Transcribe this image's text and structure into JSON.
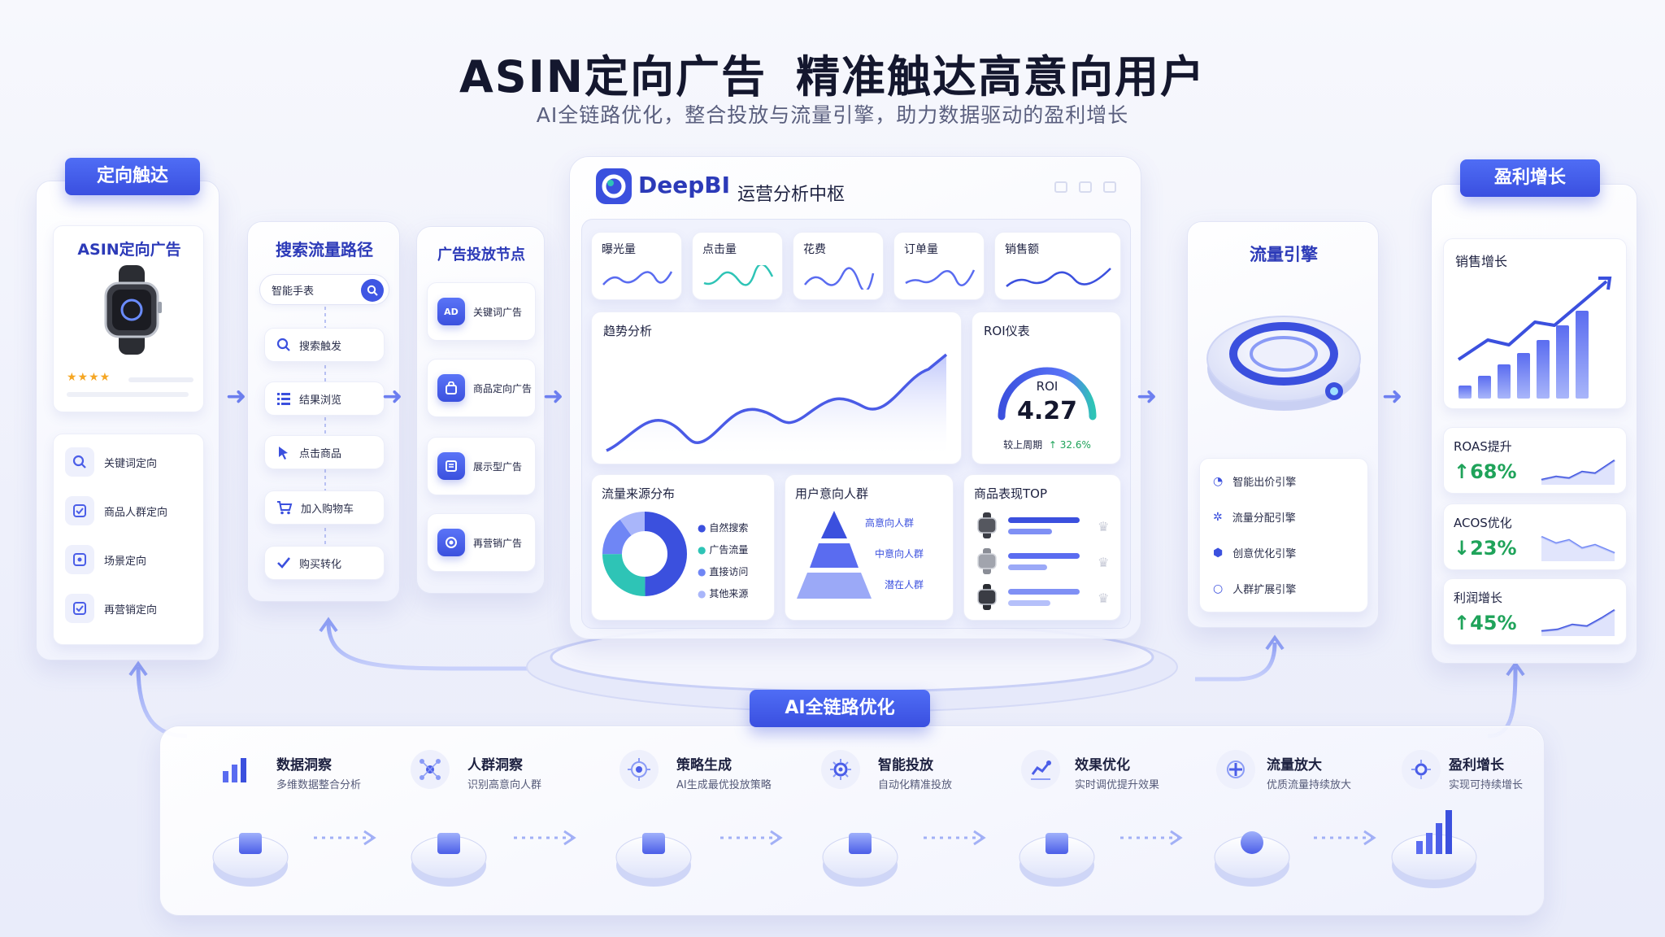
{
  "header": {
    "title_part1": "ASIN定向广告",
    "title_part2": "精准触达高意向用户",
    "subtitle": "AI全链路优化，整合投放与流量引擎，助力数据驱动的盈利增长"
  },
  "targeting": {
    "ribbon": "定向触达",
    "card_title": "ASIN定向广告",
    "stars": "★★★★",
    "items": [
      "关键词定向",
      "商品人群定向",
      "场景定向",
      "再营销定向"
    ]
  },
  "search_path": {
    "title": "搜索流量路径",
    "search_value": "智能手表",
    "steps": [
      "搜索触发",
      "结果浏览",
      "点击商品",
      "加入购物车",
      "购买转化"
    ]
  },
  "ad_nodes": {
    "title": "广告投放节点",
    "items": [
      "关键词广告",
      "商品定向广告",
      "展示型广告",
      "再营销广告"
    ],
    "ad_badge": "AD"
  },
  "dashboard": {
    "brand": "DeepBI",
    "title": "运营分析中枢",
    "kpis": [
      "曝光量",
      "点击量",
      "花费",
      "订单量",
      "销售额"
    ],
    "trend_title": "趋势分析",
    "roi": {
      "title": "ROI仪表",
      "label": "ROI",
      "value": "4.27",
      "compare": "较上周期",
      "change": "↑ 32.6%"
    },
    "source": {
      "title": "流量来源分布",
      "legend": [
        "自然搜索",
        "广告流量",
        "直接访问",
        "其他来源"
      ]
    },
    "intent": {
      "title": "用户意向人群",
      "levels": [
        "高意向人群",
        "中意向人群",
        "潜在人群"
      ]
    },
    "top": {
      "title": "商品表现TOP"
    }
  },
  "engine": {
    "title": "流量引擎",
    "items": [
      "智能出价引擎",
      "流量分配引擎",
      "创意优化引擎",
      "人群扩展引擎"
    ]
  },
  "profit": {
    "ribbon": "盈利增长",
    "sales_title": "销售增长",
    "metrics": [
      {
        "name": "ROAS提升",
        "value": "↑68%"
      },
      {
        "name": "ACOS优化",
        "value": "↓23%"
      },
      {
        "name": "利润增长",
        "value": "↑45%"
      }
    ]
  },
  "pipeline": {
    "badge": "AI全链路优化",
    "steps": [
      {
        "title": "数据洞察",
        "desc": "多维数据整合分析"
      },
      {
        "title": "人群洞察",
        "desc": "识别高意向人群"
      },
      {
        "title": "策略生成",
        "desc": "AI生成最优投放策略"
      },
      {
        "title": "智能投放",
        "desc": "自动化精准投放"
      },
      {
        "title": "效果优化",
        "desc": "实时调优提升效果"
      },
      {
        "title": "流量放大",
        "desc": "优质流量持续放大"
      },
      {
        "title": "盈利增长",
        "desc": "实现可持续增长"
      }
    ]
  },
  "colors": {
    "primary": "#3b50de",
    "accent": "#4f6df5",
    "teal": "#2ec4b6",
    "green": "#1fa35a"
  }
}
